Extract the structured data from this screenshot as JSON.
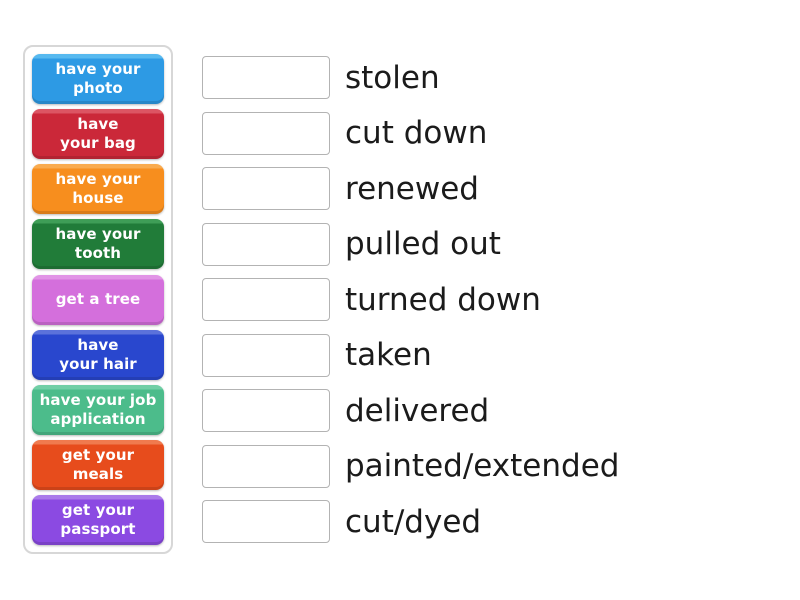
{
  "board": {
    "tiles": [
      {
        "label": "have your\nphoto",
        "color": "#2d9ae4",
        "highlight": "#57b9ef"
      },
      {
        "label": "have\nyour bag",
        "color": "#cb2839",
        "highlight": "#dc5563"
      },
      {
        "label": "have your\nhouse",
        "color": "#f78e1e",
        "highlight": "#f9ab4f"
      },
      {
        "label": "have your\ntooth",
        "color": "#217c39",
        "highlight": "#3f9e57"
      },
      {
        "label": "get a tree",
        "color": "#d46fdc",
        "highlight": "#e194e6"
      },
      {
        "label": "have\nyour hair",
        "color": "#2947ce",
        "highlight": "#5b72db"
      },
      {
        "label": "have your job\napplication",
        "color": "#4cbc8b",
        "highlight": "#71cfa6"
      },
      {
        "label": "get your\nmeals",
        "color": "#e74c1c",
        "highlight": "#f07a4e"
      },
      {
        "label": "get your\npassport",
        "color": "#8b4ae2",
        "highlight": "#aa7bea"
      }
    ],
    "answers": [
      "stolen",
      "cut down",
      "renewed",
      "pulled out",
      "turned down",
      "taken",
      "delivered",
      "painted/extended",
      "cut/dyed"
    ],
    "colors": {
      "background": "#ffffff",
      "panel_border": "#d7d7d7",
      "dropzone_border": "#b3b3b3",
      "answer_text": "#1b1b1b",
      "tile_text": "#ffffff"
    }
  }
}
